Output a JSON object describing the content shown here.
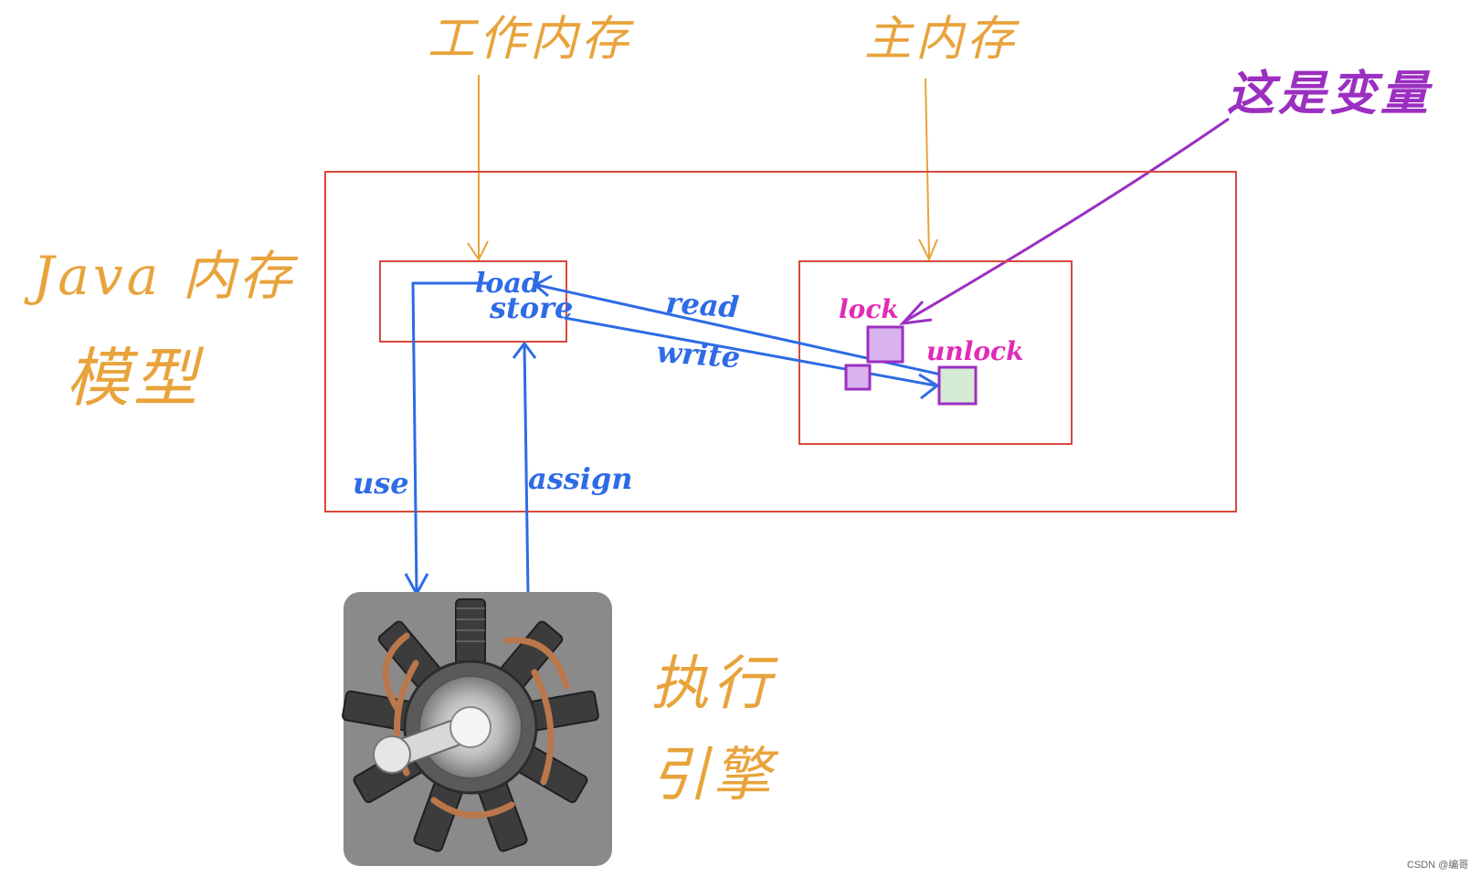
{
  "labels": {
    "working_memory": "工作内存",
    "main_memory": "主内存",
    "this_is_variable": "这是变量",
    "jmm_line1": "Java 内存",
    "jmm_line2": "模型",
    "exec_line1": "执行",
    "exec_line2": "引擎",
    "load": "load",
    "store": "store",
    "read": "read",
    "write": "write",
    "lock": "lock",
    "unlock": "unlock",
    "use": "use",
    "assign": "assign"
  },
  "watermark": "CSDN @编哥",
  "colors": {
    "orange": "#E8A33B",
    "red_box": "#D9483B",
    "blue": "#2E6BE6",
    "purple": "#9B2FC1",
    "magenta": "#E02BB5",
    "lock_fill": "#D9B3EE",
    "unlock_fill": "#D6EBD3",
    "engine_bg": "#8A8A8A"
  },
  "icons": {
    "engine": "radial-engine-image"
  }
}
